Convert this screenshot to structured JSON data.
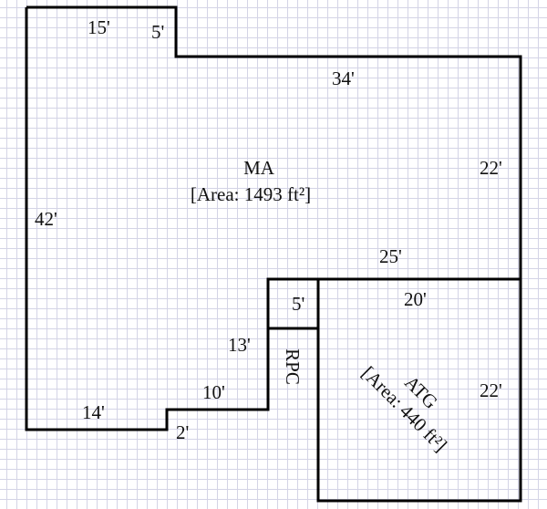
{
  "rooms": {
    "ma": {
      "name": "MA",
      "area": "[Area: 1493 ft²]"
    },
    "atg": {
      "name": "ATG",
      "area": "[Area: 440 ft²]"
    },
    "rpc": {
      "name": "RPC"
    }
  },
  "dimensions": {
    "ma_top_left": "15'",
    "ma_notch": "5'",
    "ma_top": "34'",
    "ma_right": "22'",
    "ma_left": "42'",
    "ma_shared": "25'",
    "ma_bottom_left": "14'",
    "ma_bottom_step": "2'",
    "ma_bottom_mid": "10'",
    "ma_inner_vertical": "13'",
    "rpc_top": "5'",
    "atg_top": "20'",
    "atg_right": "22'"
  }
}
